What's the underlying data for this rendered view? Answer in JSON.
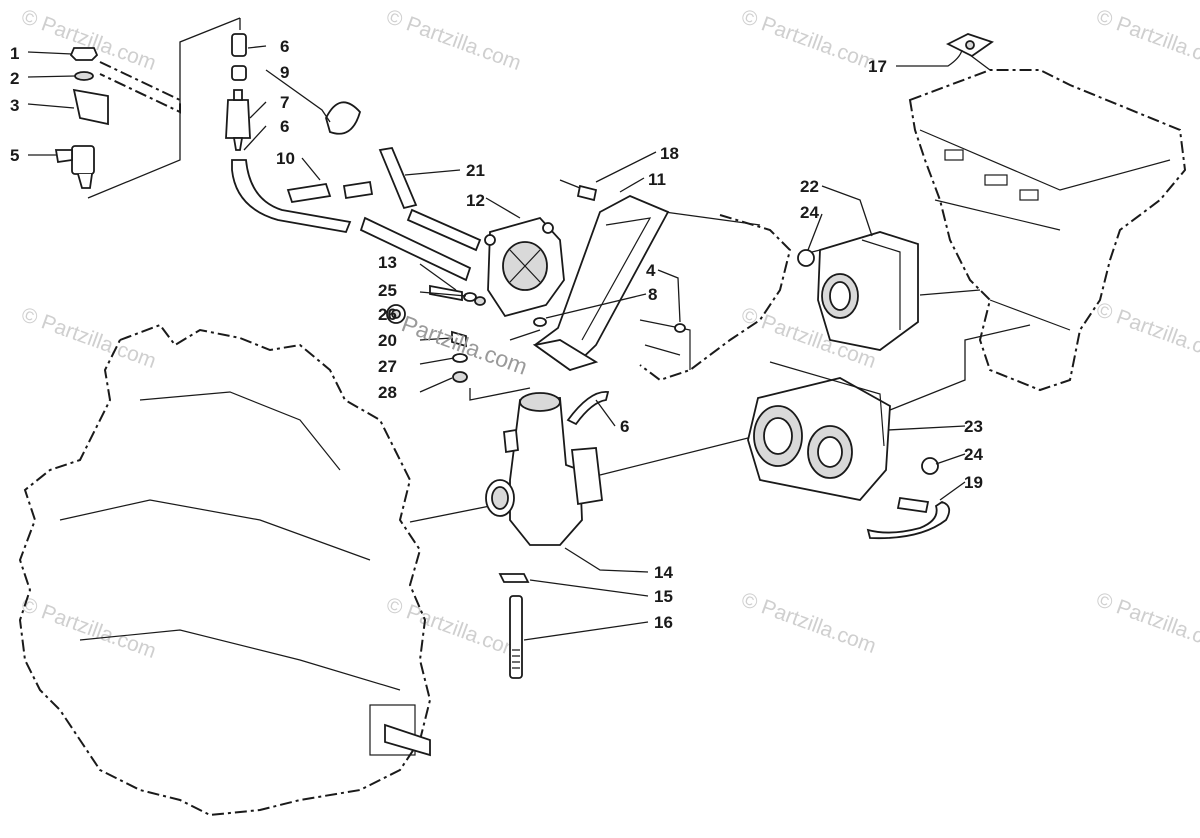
{
  "watermark": {
    "text": "© Partzilla.com",
    "center_text": "Partzilla.com"
  },
  "callouts": {
    "c1": "1",
    "c2": "2",
    "c3": "3",
    "c4": "4",
    "c5": "5",
    "c6a": "6",
    "c6b": "6",
    "c6c": "6",
    "c7": "7",
    "c8": "8",
    "c9": "9",
    "c10": "10",
    "c11": "11",
    "c12": "12",
    "c13": "13",
    "c14": "14",
    "c15": "15",
    "c16": "16",
    "c17": "17",
    "c18": "18",
    "c19": "19",
    "c20": "20",
    "c21": "21",
    "c22": "22",
    "c23": "23",
    "c24a": "24",
    "c24b": "24",
    "c25": "25",
    "c26": "26",
    "c27": "27",
    "c28": "28"
  }
}
